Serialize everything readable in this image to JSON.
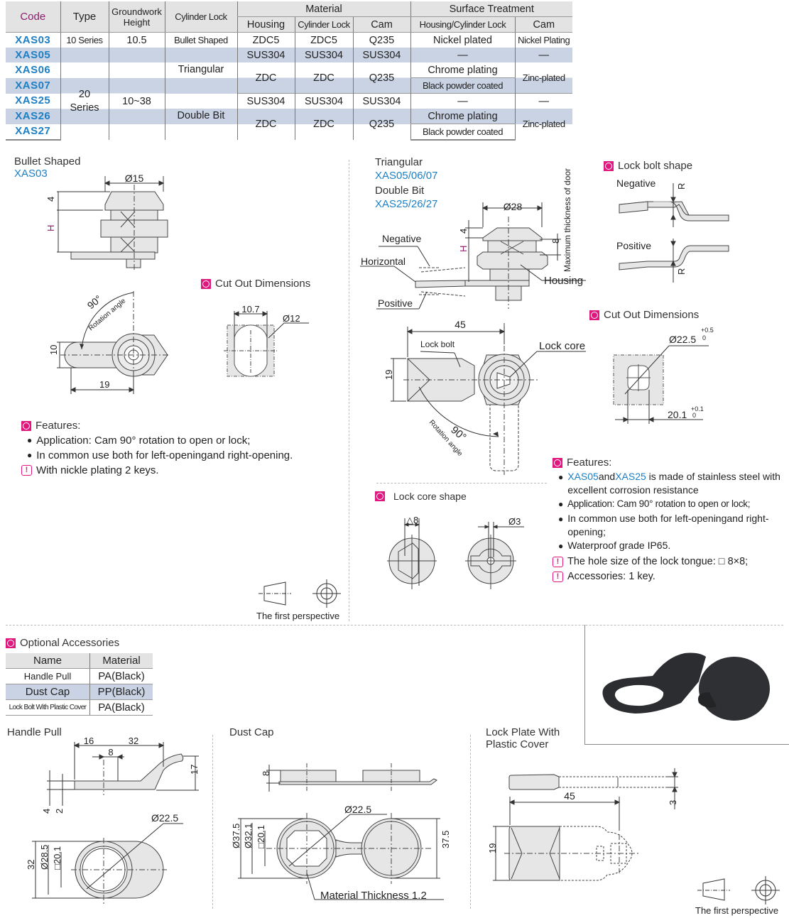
{
  "spec_table": {
    "headers": {
      "code": "Code",
      "type": "Type",
      "groundwork_height": "Groundwork Height",
      "cylinder_lock": "Cylinder Lock",
      "material": "Material",
      "material_housing": "Housing",
      "material_cylinder_lock": "Cylinder Lock",
      "material_cam": "Cam",
      "surface_treatment": "Surface Treatment",
      "surface_housing_cylinder": "Housing/Cylinder Lock",
      "surface_cam": "Cam"
    },
    "rows": [
      {
        "code": "XAS03",
        "type": "10 Series",
        "height": "10.5",
        "cylinder_lock": "Bullet Shaped",
        "housing": "ZDC5",
        "cyl_material": "ZDC5",
        "cam": "Q235",
        "surface_housing": "Nickel plated",
        "surface_cam": "Nickel Plating"
      },
      {
        "code": "XAS05",
        "housing": "SUS304",
        "cyl_material": "SUS304",
        "cam": "SUS304",
        "surface_housing": "—",
        "surface_cam": "—"
      },
      {
        "code": "XAS06",
        "surface_housing": "Chrome plating"
      },
      {
        "code": "XAS07",
        "surface_housing": "Black powder coated"
      },
      {
        "code": "XAS25",
        "housing": "SUS304",
        "cyl_material": "SUS304",
        "cam": "SUS304",
        "surface_housing": "—",
        "surface_cam": "—"
      },
      {
        "code": "XAS26",
        "surface_housing": "Chrome plating"
      },
      {
        "code": "XAS27",
        "surface_housing": "Black powder coated"
      }
    ],
    "merged": {
      "type_20": "20 Series",
      "height_20": "10~38",
      "cyl_triangular": "Triangular",
      "cyl_double_bit": "Double Bit",
      "zdc_a_housing": "ZDC",
      "zdc_a_cyl": "ZDC",
      "zdc_a_cam": "Q235",
      "zinc_a": "Zinc-plated",
      "zdc_b_housing": "ZDC",
      "zdc_b_cyl": "ZDC",
      "zdc_b_cam": "Q235",
      "zinc_b": "Zinc-plated"
    }
  },
  "bullet_section": {
    "title": "Bullet Shaped",
    "code": "XAS03",
    "dims": {
      "dia": "Ø15",
      "h4": "4",
      "H": "H",
      "angle": "90°",
      "rotation": "Rotation angle",
      "w10": "10",
      "w19": "19"
    },
    "cutout": {
      "title": "Cut Out Dimensions",
      "w": "10.7",
      "dia": "Ø12"
    },
    "features_title": "Features:",
    "features": [
      "Application: Cam 90° rotation to open or lock;",
      "In common use both for left-openingand right-opening."
    ],
    "note": "With nickle plating 2 keys.",
    "perspective": "The first perspective"
  },
  "triangular_section": {
    "title1": "Triangular",
    "codes1": "XAS05/06/07",
    "title2": "Double Bit",
    "codes2": "XAS25/26/27",
    "dims": {
      "dia": "Ø28",
      "h4": "4",
      "H": "H",
      "h8": "8",
      "door": "Maximum thickness of door",
      "negative": "Negative",
      "horizontal": "Horizontal",
      "positive": "Positive",
      "housing": "Housing",
      "w45": "45",
      "h19": "19",
      "lock_bolt": "Lock bolt",
      "lock_core": "Lock core",
      "angle": "90°",
      "rotation": "Rotation angle"
    },
    "bolt_shape": {
      "title": "Lock bolt shape",
      "negative": "Negative",
      "positive": "Positive",
      "r": "R"
    },
    "cutout": {
      "title": "Cut Out Dimensions",
      "dia": "Ø22.5",
      "dia_tol_plus": "+0.5",
      "dia_tol_minus": "0",
      "w": "20.1",
      "w_tol_plus": "+0.1",
      "w_tol_minus": "0"
    },
    "core_shape": {
      "title": "Lock core shape",
      "tri": "△8",
      "dia": "Ø3"
    },
    "features_title": "Features:",
    "features": [
      {
        "pre_code": "XAS05",
        "mid": "and",
        "post_code": "XAS25",
        "text": " is made of stainless steel with excellent corrosion resistance"
      },
      {
        "text": "Application: Cam 90° rotation to open or lock;"
      },
      {
        "text": "In common use both for left-openingand right-opening;"
      },
      {
        "text": "Waterproof grade IP65."
      }
    ],
    "notes": [
      "The hole size of the lock tongue: □ 8×8;",
      "Accessories: 1 key."
    ]
  },
  "accessories": {
    "title": "Optional Accessories",
    "headers": [
      "Name",
      "Material"
    ],
    "rows": [
      {
        "name": "Handle Pull",
        "material": "PA(Black)"
      },
      {
        "name": "Dust Cap",
        "material": "PP(Black)"
      },
      {
        "name": "Lock Bolt With Plastic Cover",
        "material": "PA(Black)"
      }
    ]
  },
  "handle_pull": {
    "title": "Handle Pull",
    "d16": "16",
    "d32": "32",
    "d8": "8",
    "d17": "17",
    "d4": "4",
    "d2": "2",
    "dia": "Ø22.5",
    "h32": "32",
    "dia285": "Ø28.5",
    "sq201": "□20.1"
  },
  "dust_cap": {
    "title": "Dust Cap",
    "d8": "8",
    "dia": "Ø22.5",
    "dia375": "Ø37.5",
    "dia321": "Ø32.1",
    "sq201": "□20.1",
    "h375": "37.5",
    "thickness": "Material Thickness 1.2"
  },
  "lock_plate": {
    "title1": "Lock Plate With",
    "title2": "Plastic Cover",
    "d3": "3",
    "w45": "45",
    "h19": "19",
    "perspective": "The first perspective"
  }
}
